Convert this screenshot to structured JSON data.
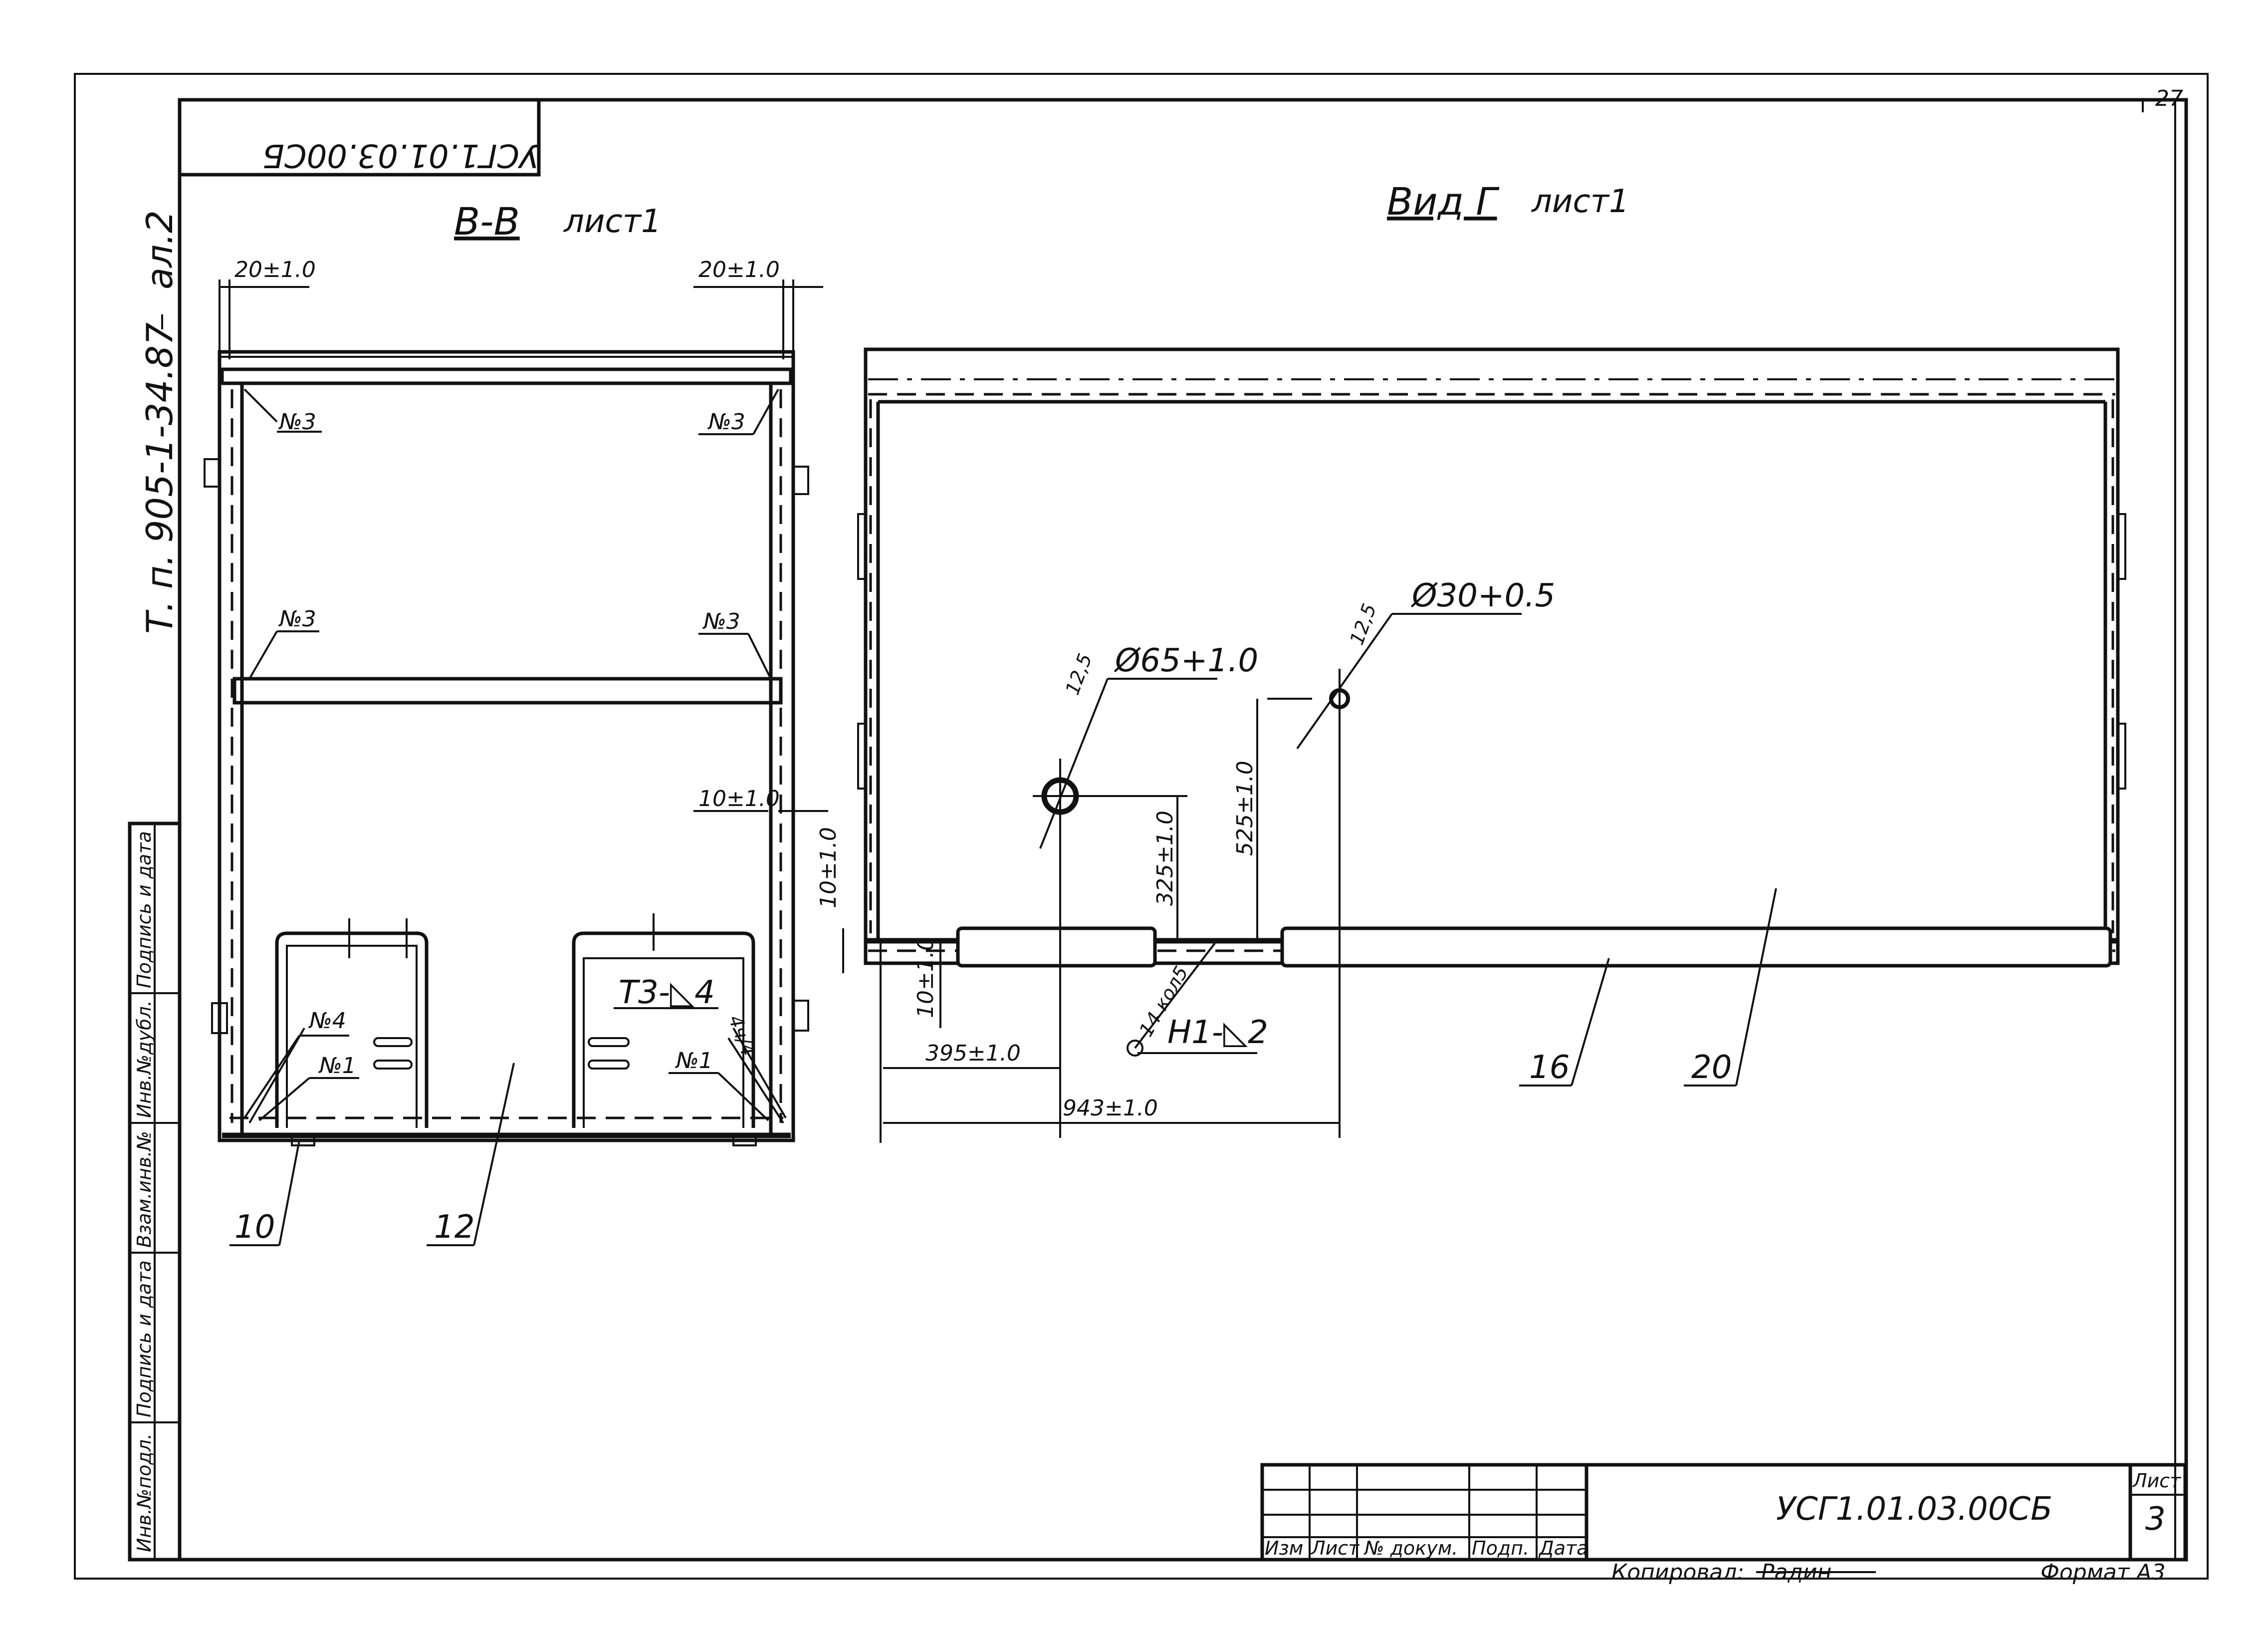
{
  "sheet": {
    "page_number": "27",
    "stamp_rotated": "УСГ1.01.03.00СБ",
    "side_code": "Т. п. 905-1-34.87",
    "album": "ал.2"
  },
  "left_view": {
    "title": "В-В",
    "sheet_ref": "лист1",
    "dims": {
      "top_left": "20±1.0",
      "top_right": "20±1.0",
      "side_right": "10±1.0",
      "side_left": "10±1.0"
    },
    "weld_marks": [
      "№3",
      "№3",
      "№3",
      "№3",
      "№4",
      "№1",
      "№1"
    ],
    "weld_note": "Т3-◺4",
    "weld_note_small": "4ч/4",
    "callouts": [
      "10",
      "12"
    ]
  },
  "right_view": {
    "title": "Вид Г",
    "sheet_ref": "лист1",
    "holes": {
      "large": "Ø65+1.0",
      "small": "Ø30+0.5",
      "roughness_large": "12,5",
      "roughness_small": "12,5"
    },
    "dims": {
      "height_large": "325±1.0",
      "height_small": "525±1.0",
      "left_edge": "10±1.0",
      "offset_large": "395±1.0",
      "offset_small": "943±1.0"
    },
    "weld_note": "Н1-◺2",
    "weld_note_prefix": "14 кол5",
    "callouts": [
      "16",
      "20"
    ]
  },
  "side_stamp": {
    "cols": [
      "Инв.№подл.",
      "Подпись и дата",
      "Взам.инв.№",
      "Инв.№дубл.",
      "Подпись и дата"
    ]
  },
  "title_block": {
    "headers": [
      "Изм",
      "Лист",
      "№ докум.",
      "Подп.",
      "Дата"
    ],
    "designation": "УСГ1.01.03.00СБ",
    "sheet_label": "Лист",
    "sheet_number": "3",
    "copied": "Копировал:",
    "copied_sign": "Радин",
    "format": "Формат А3"
  }
}
